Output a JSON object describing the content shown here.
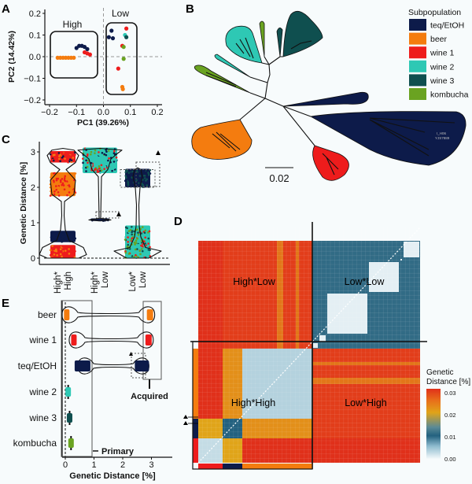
{
  "colors": {
    "teq_EtOH": "#0d1b4a",
    "beer": "#f47c0f",
    "wine_1": "#ee1c1c",
    "wine_2": "#2ec8b4",
    "wine_3": "#0f4f4f",
    "kombucha": "#6aa321"
  },
  "panels": {
    "A": "A",
    "B": "B",
    "C": "C",
    "D": "D",
    "E": "E"
  },
  "chart_data": [
    {
      "panel": "A",
      "type": "scatter",
      "xlabel": "PC1 (39.26%)",
      "ylabel": "PC2 (14.42%)",
      "xlim": [
        -0.2,
        0.2
      ],
      "ylim": [
        -0.2,
        0.2
      ],
      "xticks": [
        "−0.2",
        "−0.1",
        "0.0",
        "0.1",
        "0.2"
      ],
      "yticks": [
        "0.2",
        "0.1",
        "0.0",
        "−0.1",
        "−0.2"
      ],
      "reference_lines": {
        "x": 0,
        "y": 0,
        "style": "dashed"
      },
      "groups": [
        {
          "label": "High"
        },
        {
          "label": "Low"
        }
      ],
      "points": [
        {
          "x": -0.17,
          "y": -0.005,
          "pop": "beer"
        },
        {
          "x": -0.16,
          "y": -0.005,
          "pop": "beer"
        },
        {
          "x": -0.15,
          "y": -0.005,
          "pop": "beer"
        },
        {
          "x": -0.14,
          "y": -0.005,
          "pop": "beer"
        },
        {
          "x": -0.13,
          "y": -0.005,
          "pop": "beer"
        },
        {
          "x": -0.12,
          "y": -0.005,
          "pop": "beer"
        },
        {
          "x": -0.11,
          "y": -0.005,
          "pop": "beer"
        },
        {
          "x": -0.1,
          "y": 0.04,
          "pop": "teq_EtOH"
        },
        {
          "x": -0.09,
          "y": 0.05,
          "pop": "teq_EtOH"
        },
        {
          "x": -0.08,
          "y": 0.05,
          "pop": "teq_EtOH"
        },
        {
          "x": -0.07,
          "y": 0.045,
          "pop": "teq_EtOH"
        },
        {
          "x": -0.06,
          "y": 0.035,
          "pop": "teq_EtOH"
        },
        {
          "x": -0.07,
          "y": 0.02,
          "pop": "wine_1"
        },
        {
          "x": -0.06,
          "y": 0.015,
          "pop": "wine_1"
        },
        {
          "x": -0.05,
          "y": 0.01,
          "pop": "wine_1"
        },
        {
          "x": 0.02,
          "y": 0.09,
          "pop": "teq_EtOH"
        },
        {
          "x": 0.03,
          "y": 0.12,
          "pop": "teq_EtOH"
        },
        {
          "x": 0.035,
          "y": 0.085,
          "pop": "teq_EtOH"
        },
        {
          "x": 0.085,
          "y": 0.13,
          "pop": "wine_1"
        },
        {
          "x": 0.07,
          "y": 0.05,
          "pop": "wine_1"
        },
        {
          "x": 0.055,
          "y": -0.055,
          "pop": "wine_1"
        },
        {
          "x": 0.08,
          "y": 0.1,
          "pop": "wine_2"
        },
        {
          "x": 0.085,
          "y": 0.09,
          "pop": "wine_3"
        },
        {
          "x": 0.075,
          "y": 0.045,
          "pop": "kombucha"
        },
        {
          "x": 0.075,
          "y": -0.01,
          "pop": "kombucha"
        },
        {
          "x": 0.07,
          "y": -0.14,
          "pop": "beer"
        },
        {
          "x": 0.072,
          "y": -0.15,
          "pop": "beer"
        }
      ]
    },
    {
      "panel": "B",
      "type": "tree",
      "scale_bar": "0.02",
      "leaf_label": [
        "I_H06",
        "YJS7889"
      ],
      "legend_title": "Subpopulation",
      "legend": [
        {
          "label": "teq/EtOH",
          "key": "teq_EtOH"
        },
        {
          "label": "beer",
          "key": "beer"
        },
        {
          "label": "wine 1",
          "key": "wine_1"
        },
        {
          "label": "wine 2",
          "key": "wine_2"
        },
        {
          "label": "wine 3",
          "key": "wine_3"
        },
        {
          "label": "kombucha",
          "key": "kombucha"
        }
      ]
    },
    {
      "panel": "C",
      "type": "violin",
      "ylabel": "Genetic Distance [%]",
      "ylim": [
        0,
        3.2
      ],
      "yticks": [
        "0",
        "1",
        "2",
        "3"
      ],
      "categories": [
        [
          "High*",
          "High"
        ],
        [
          "High*",
          "Low"
        ],
        [
          "Low*",
          "Low"
        ]
      ],
      "clusters": [
        [
          {
            "range": [
              0,
              0.35
            ],
            "pops": [
              "wine_1",
              "beer"
            ]
          },
          {
            "range": [
              0.45,
              0.75
            ],
            "pops": [
              "teq_EtOH"
            ]
          },
          {
            "range": [
              1.75,
              2.4
            ],
            "pops": [
              "beer",
              "wine_1"
            ]
          },
          {
            "range": [
              2.7,
              3.0
            ],
            "pops": [
              "wine_1",
              "beer",
              "teq_EtOH"
            ]
          }
        ],
        [
          {
            "range": [
              1.05,
              1.1
            ],
            "pops": [
              "teq_EtOH"
            ]
          },
          {
            "range": [
              2.4,
              3.1
            ],
            "pops": [
              "wine_2",
              "kombucha",
              "wine_1",
              "teq_EtOH"
            ]
          }
        ],
        [
          {
            "range": [
              0,
              0.9
            ],
            "pops": [
              "wine_2",
              "kombucha",
              "wine_1",
              "wine_3"
            ]
          },
          {
            "range": [
              2.0,
              2.5
            ],
            "pops": [
              "teq_EtOH",
              "wine_3"
            ]
          }
        ]
      ]
    },
    {
      "panel": "D",
      "type": "heatmap",
      "legend_title": [
        "Genetic",
        "Distance [%]"
      ],
      "colorbar_range": [
        0,
        0.03
      ],
      "colorbar_ticks": [
        "0.03",
        "0.02",
        "0.01",
        "0.00"
      ],
      "quadrant_labels": {
        "top_left": "High*Low",
        "top_right": "Low*Low",
        "bottom_left": "High*High",
        "bottom_right": "Low*High"
      },
      "blocks": [
        "wine_1",
        "teq_EtOH",
        "beer",
        "Low"
      ],
      "block_means": [
        [
          0.003,
          0.02,
          0.03,
          0.03
        ],
        [
          0.02,
          0.008,
          0.022,
          0.029
        ],
        [
          0.03,
          0.022,
          0.004,
          0.029
        ],
        [
          0.03,
          0.029,
          0.029,
          0.009
        ]
      ]
    },
    {
      "panel": "E",
      "type": "violin-horizontal",
      "xlabel": "Genetic Distance [%]",
      "xlim": [
        0,
        3.5
      ],
      "xticks": [
        "0",
        "1",
        "2",
        "3"
      ],
      "categories": [
        "beer",
        "wine 1",
        "teq/EtOH",
        "wine 2",
        "wine 3",
        "kombucha"
      ],
      "keys": [
        "beer",
        "wine_1",
        "teq_EtOH",
        "wine_2",
        "wine_3",
        "kombucha"
      ],
      "primary": [
        0.05,
        0.3,
        0.6,
        0.1,
        0.15,
        0.2
      ],
      "acquired": [
        2.95,
        2.9,
        2.75,
        null,
        null,
        null
      ],
      "annotations": {
        "primary": "Primary",
        "acquired": "Acquired"
      }
    }
  ]
}
